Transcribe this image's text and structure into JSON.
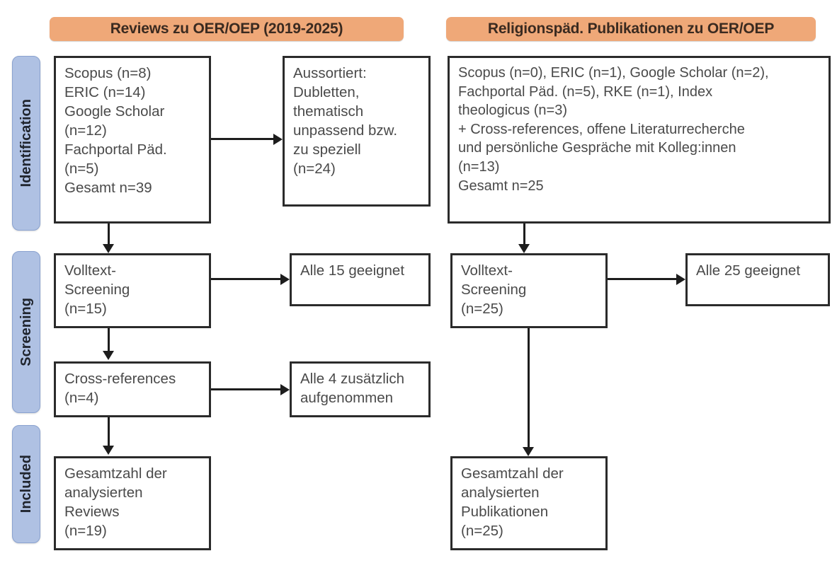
{
  "diagram": {
    "type": "prisma-flow-diagram",
    "columns": [
      {
        "id": "reviews",
        "header": "Reviews zu OER/OEP (2019-2025)"
      },
      {
        "id": "religionspaed",
        "header": "Religionspäd. Publikationen zu OER/OEP"
      }
    ],
    "stages": [
      {
        "id": "identification",
        "label": "Identification"
      },
      {
        "id": "screening",
        "label": "Screening"
      },
      {
        "id": "included",
        "label": "Included"
      }
    ],
    "colors": {
      "header_orange": "#efa878",
      "stage_blue": "#afc1e3",
      "box_border": "#2b2b2b",
      "text": "#4a4a4a",
      "connector": "#1d1d1d"
    },
    "boxes": {
      "left_identification": "Scopus (n=8)\nERIC (n=14)\nGoogle Scholar\n(n=12)\nFachportal Päd.\n(n=5)\nGesamt n=39",
      "left_excluded": "Aussortiert:\nDubletten,\nthematisch\nunpassend bzw.\nzu speziell\n(n=24)",
      "left_screening": "Volltext-\nScreening\n(n=15)",
      "left_screening_result": "Alle 15 geeignet",
      "left_crossrefs": "Cross-references\n(n=4)",
      "left_crossrefs_result": "Alle 4 zusätzlich\naufgenommen",
      "left_included": "Gesamtzahl der\nanalysierten\nReviews\n(n=19)",
      "right_identification": "Scopus (n=0), ERIC (n=1), Google Scholar (n=2),\nFachportal Päd. (n=5), RKE (n=1), Index\ntheologicus (n=3)\n+ Cross-references, offene Literaturrecherche\nund persönliche Gespräche mit Kolleg:innen\n(n=13)\nGesamt n=25",
      "right_screening": "Volltext-\nScreening\n(n=25)",
      "right_screening_result": "Alle 25 geeignet",
      "right_included": "Gesamtzahl der\nanalysierten\nPublikationen\n(n=25)"
    },
    "counts": {
      "left_scopus": 8,
      "left_eric": 14,
      "left_google_scholar": 12,
      "left_fachportal": 5,
      "left_total": 39,
      "left_excluded": 24,
      "left_fulltext_screening": 15,
      "left_crossrefs": 4,
      "left_included": 19,
      "right_scopus": 0,
      "right_eric": 1,
      "right_google_scholar": 2,
      "right_fachportal": 5,
      "right_rke": 1,
      "right_index_theologicus": 3,
      "right_additional": 13,
      "right_total": 25,
      "right_fulltext_screening": 25,
      "right_included": 25
    }
  }
}
